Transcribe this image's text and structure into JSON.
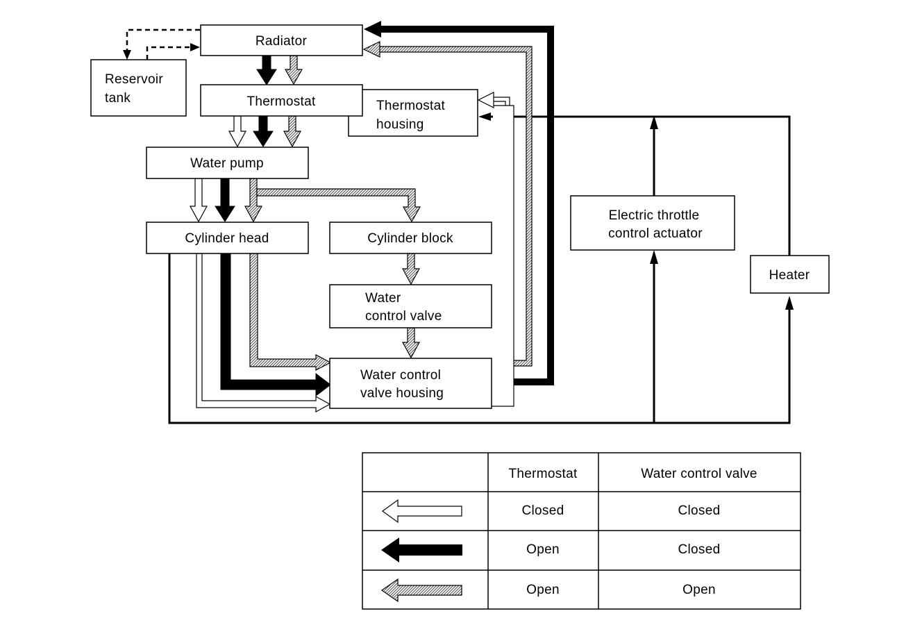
{
  "components": {
    "radiator": "Radiator",
    "reservoir_tank": [
      "Reservoir",
      "tank"
    ],
    "thermostat": "Thermostat",
    "thermostat_housing": [
      "Thermostat",
      "housing"
    ],
    "water_pump": "Water pump",
    "cylinder_head": "Cylinder head",
    "cylinder_block": "Cylinder block",
    "water_control_valve": [
      "Water",
      "control valve"
    ],
    "water_control_valve_housing": [
      "Water control",
      "valve housing"
    ],
    "electric_throttle_control_actuator": [
      "Electric throttle",
      "control actuator"
    ],
    "heater": "Heater"
  },
  "legend": {
    "headers": [
      "",
      "Thermostat",
      "Water control valve"
    ],
    "rows": [
      {
        "arrow_style": "white",
        "thermostat": "Closed",
        "water_control_valve": "Closed"
      },
      {
        "arrow_style": "black",
        "thermostat": "Open",
        "water_control_valve": "Closed"
      },
      {
        "arrow_style": "hatched",
        "thermostat": "Open",
        "water_control_valve": "Open"
      }
    ]
  }
}
